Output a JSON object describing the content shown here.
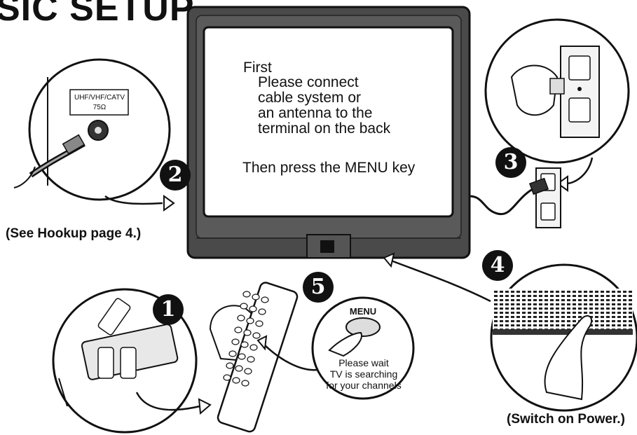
{
  "heading": "SIC SETUP",
  "tv_screen": {
    "line1": "First",
    "line2": "Please connect",
    "line3": "cable system or",
    "line4": "an antenna to the",
    "line5": "terminal on the back",
    "line6": "Then press the MENU key"
  },
  "captions": {
    "hookup": "(See Hookup page 4.)",
    "power": "(Switch on Power.)"
  },
  "terminal": {
    "label1": "UHF/VHF/CATV",
    "label2": "75Ω"
  },
  "menu_bubble": {
    "key": "MENU",
    "line1": "Please wait",
    "line2": "TV is searching",
    "line3": "for your channels"
  },
  "steps": [
    "1",
    "2",
    "3",
    "4",
    "5"
  ],
  "colors": {
    "ink": "#111111",
    "tv_body": "#4a4a4a",
    "screen": "#ffffff"
  },
  "icons": [
    "hand-icon",
    "remote-icon",
    "battery-icon",
    "power-plug-icon",
    "wall-outlet-icon",
    "coax-cable-icon",
    "arrow-icon"
  ]
}
